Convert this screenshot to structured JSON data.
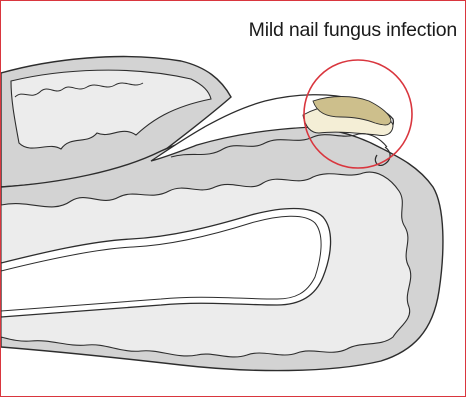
{
  "caption": "Mild nail fungus infection",
  "colors": {
    "frame_border": "#d9363e",
    "highlight_circle": "#d9363e",
    "tissue_fill": "#d3d3d3",
    "inner_cavity_fill": "#ececec",
    "nail_fill": "#ffffff",
    "infected_nail_fill": "#f4eed6",
    "fungus_fill": "#cdbf8c",
    "outline": "#2d2d2d"
  },
  "icons": [
    "toe-cross-section-illustration",
    "highlight-circle"
  ]
}
